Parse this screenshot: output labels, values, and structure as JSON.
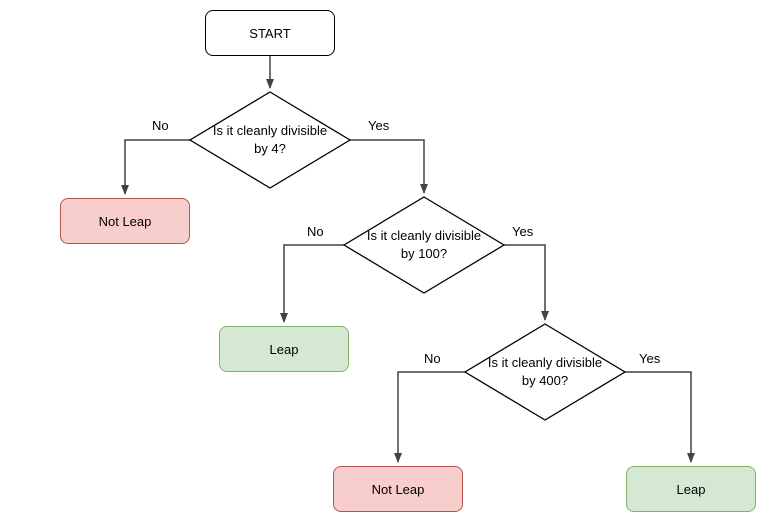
{
  "diagram": {
    "description": "Leap year decision flowchart",
    "colors": {
      "terminal_fill": "#ffffff",
      "terminal_border": "#000000",
      "decision_fill": "#ffffff",
      "decision_border": "#000000",
      "reject_fill": "#f8cecc",
      "reject_border": "#b85450",
      "accept_fill": "#d5e8d4",
      "accept_border": "#82b366",
      "edge_line": "#424242",
      "text": "#000000"
    },
    "nodes": {
      "start": {
        "type": "terminal",
        "label": "START"
      },
      "d4": {
        "type": "decision",
        "label": "Is it cleanly divisible by 4?"
      },
      "d100": {
        "type": "decision",
        "label": "Is it cleanly divisible by 100?"
      },
      "d400": {
        "type": "decision",
        "label": "Is it cleanly divisible by 400?"
      },
      "not_leap_1": {
        "type": "result-reject",
        "label": "Not Leap"
      },
      "leap_1": {
        "type": "result-accept",
        "label": "Leap"
      },
      "not_leap_2": {
        "type": "result-reject",
        "label": "Not Leap"
      },
      "leap_2": {
        "type": "result-accept",
        "label": "Leap"
      }
    },
    "edges": {
      "start_to_d4": {
        "from": "start",
        "to": "d4",
        "label": ""
      },
      "d4_no": {
        "from": "d4",
        "to": "not_leap_1",
        "label": "No"
      },
      "d4_yes": {
        "from": "d4",
        "to": "d100",
        "label": "Yes"
      },
      "d100_no": {
        "from": "d100",
        "to": "leap_1",
        "label": "No"
      },
      "d100_yes": {
        "from": "d100",
        "to": "d400",
        "label": "Yes"
      },
      "d400_no": {
        "from": "d400",
        "to": "not_leap_2",
        "label": "No"
      },
      "d400_yes": {
        "from": "d400",
        "to": "leap_2",
        "label": "Yes"
      }
    }
  }
}
